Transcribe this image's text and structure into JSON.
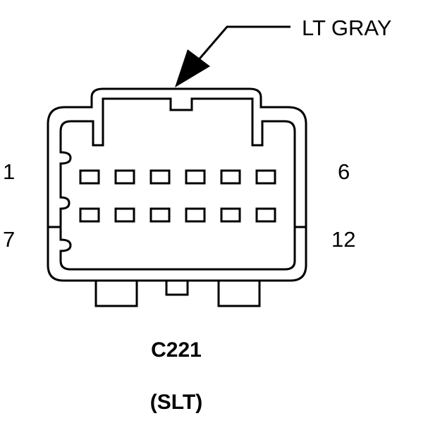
{
  "connector": {
    "id": "C221",
    "variant": "(SLT)",
    "color_label": "LT GRAY",
    "pin_labels": {
      "top_left": "1",
      "top_right": "6",
      "bottom_left": "7",
      "bottom_right": "12"
    },
    "pins_per_row": 6,
    "rows": 2
  },
  "colors": {
    "line": "#000000",
    "background": "#ffffff"
  }
}
